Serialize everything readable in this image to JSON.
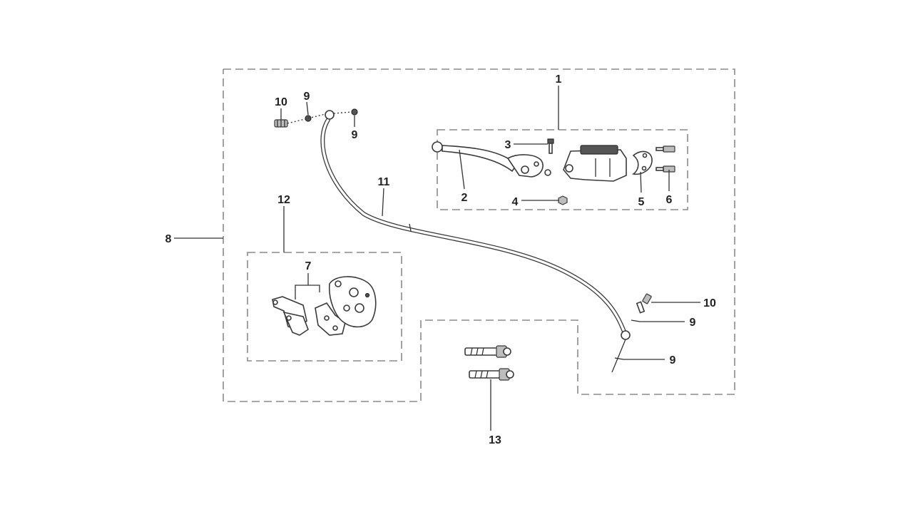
{
  "diagram": {
    "callouts": [
      {
        "id": "c1",
        "label": "1"
      },
      {
        "id": "c2",
        "label": "2"
      },
      {
        "id": "c3",
        "label": "3"
      },
      {
        "id": "c4",
        "label": "4"
      },
      {
        "id": "c5",
        "label": "5"
      },
      {
        "id": "c6",
        "label": "6"
      },
      {
        "id": "c7",
        "label": "7"
      },
      {
        "id": "c8",
        "label": "8"
      },
      {
        "id": "c9a",
        "label": "9"
      },
      {
        "id": "c9b",
        "label": "9"
      },
      {
        "id": "c9c",
        "label": "9"
      },
      {
        "id": "c9d",
        "label": "9"
      },
      {
        "id": "c10a",
        "label": "10"
      },
      {
        "id": "c10b",
        "label": "10"
      },
      {
        "id": "c11",
        "label": "11"
      },
      {
        "id": "c12",
        "label": "12"
      },
      {
        "id": "c13",
        "label": "13"
      }
    ]
  }
}
